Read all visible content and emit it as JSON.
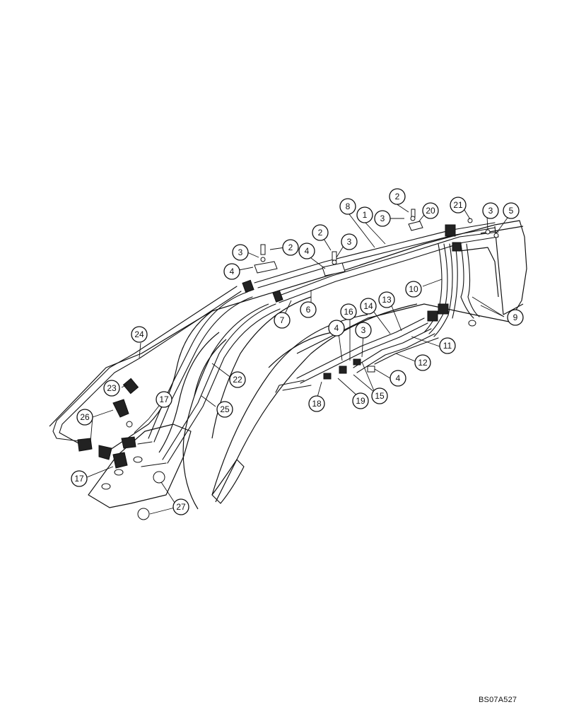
{
  "figure_code": "BS07A527",
  "callouts": [
    {
      "id": "c-1",
      "label": "1"
    },
    {
      "id": "c-2a",
      "label": "2"
    },
    {
      "id": "c-3a",
      "label": "3"
    },
    {
      "id": "c-20",
      "label": "20"
    },
    {
      "id": "c-8",
      "label": "8"
    },
    {
      "id": "c-21",
      "label": "21"
    },
    {
      "id": "c-3b",
      "label": "3"
    },
    {
      "id": "c-5",
      "label": "5"
    },
    {
      "id": "c-2b",
      "label": "2"
    },
    {
      "id": "c-3c",
      "label": "3"
    },
    {
      "id": "c-2c",
      "label": "2"
    },
    {
      "id": "c-3d",
      "label": "3"
    },
    {
      "id": "c-4a",
      "label": "4"
    },
    {
      "id": "c-4b",
      "label": "4"
    },
    {
      "id": "c-7",
      "label": "7"
    },
    {
      "id": "c-6",
      "label": "6"
    },
    {
      "id": "c-10",
      "label": "10"
    },
    {
      "id": "c-9",
      "label": "9"
    },
    {
      "id": "c-14",
      "label": "14"
    },
    {
      "id": "c-13",
      "label": "13"
    },
    {
      "id": "c-16",
      "label": "16"
    },
    {
      "id": "c-4c",
      "label": "4"
    },
    {
      "id": "c-3e",
      "label": "3"
    },
    {
      "id": "c-11",
      "label": "11"
    },
    {
      "id": "c-12",
      "label": "12"
    },
    {
      "id": "c-4d",
      "label": "4"
    },
    {
      "id": "c-15",
      "label": "15"
    },
    {
      "id": "c-19",
      "label": "19"
    },
    {
      "id": "c-18",
      "label": "18"
    },
    {
      "id": "c-24",
      "label": "24"
    },
    {
      "id": "c-22",
      "label": "22"
    },
    {
      "id": "c-23",
      "label": "23"
    },
    {
      "id": "c-17a",
      "label": "17"
    },
    {
      "id": "c-25",
      "label": "25"
    },
    {
      "id": "c-26",
      "label": "26"
    },
    {
      "id": "c-17b",
      "label": "17"
    },
    {
      "id": "c-27",
      "label": "27"
    }
  ]
}
